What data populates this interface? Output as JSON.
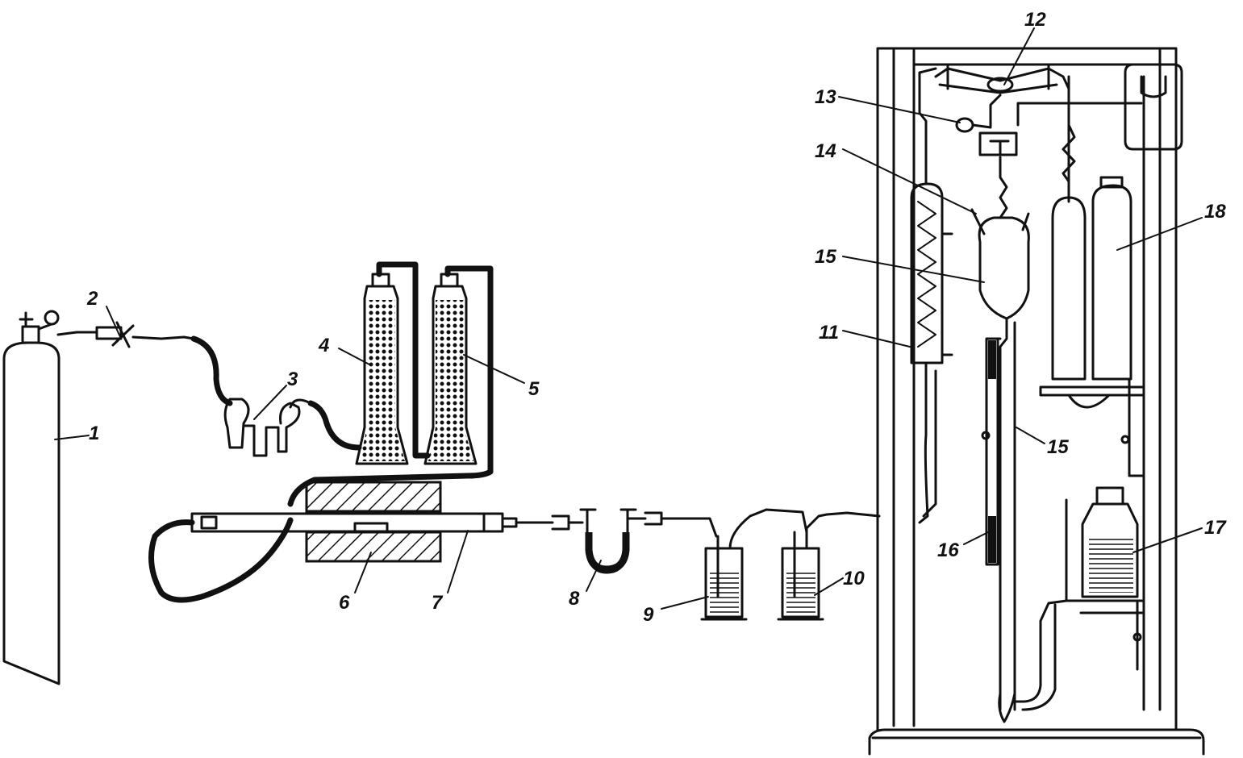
{
  "labels": [
    "1",
    "2",
    "3",
    "4",
    "5",
    "6",
    "7",
    "8",
    "9",
    "10",
    "11",
    "12",
    "13",
    "14",
    "15",
    "15",
    "16",
    "17",
    "18"
  ],
  "colors": {
    "ink": "#111111",
    "background": "#ffffff"
  }
}
